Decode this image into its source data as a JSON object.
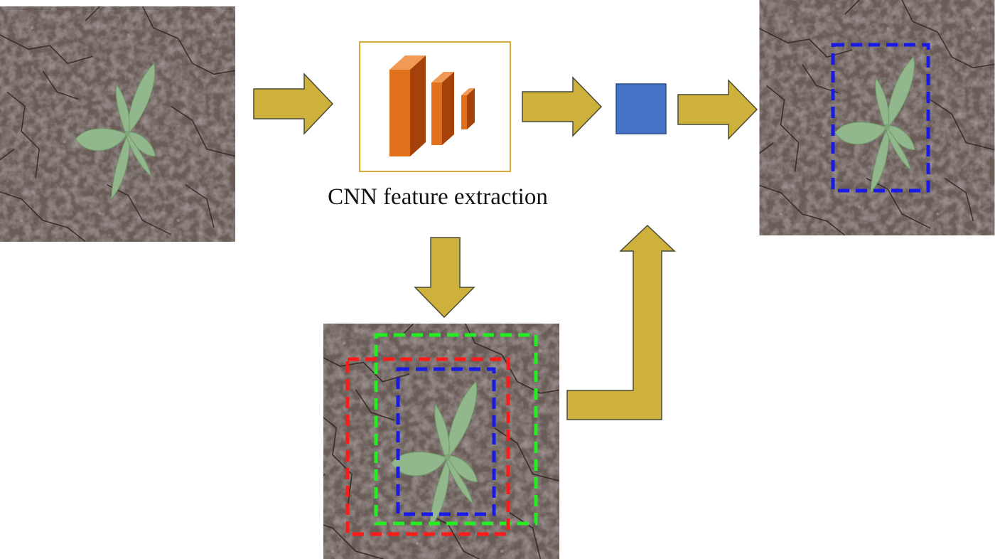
{
  "cnn": {
    "caption": "CNN feature extraction"
  },
  "colors": {
    "arrow_fill": "#cdb13c",
    "arrow_stroke": "#4a4a3a",
    "cnn_box_border": "#d6a93a",
    "cnn_block_front": "#e1701c",
    "cnn_block_side": "#a5420c",
    "cnn_block_top": "#f09a55",
    "classifier_square": "#4472c4",
    "box_red": "#ff1a1a",
    "box_green": "#22ee22",
    "box_blue": "#1a1ae6",
    "soil": "#5b4e4b",
    "leaf": "#93b78d"
  },
  "icons": {
    "input_image": "weed-seedling-photo",
    "proposal_image": "weed-seedling-photo-with-candidate-boxes",
    "output_image": "weed-seedling-photo-with-detection-box",
    "classifier": "classifier-square",
    "cnn_layers": "cnn-layer-blocks-icon"
  }
}
